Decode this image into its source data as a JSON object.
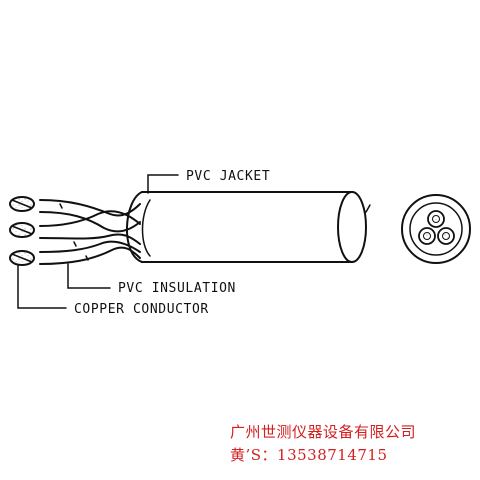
{
  "labels": {
    "jacket": "PVC JACKET",
    "insulation": "PVC INSULATION",
    "conductor": "COPPER CONDUCTOR"
  },
  "watermark": {
    "company": "广州世测仪器设备有限公司",
    "contact": "黄’S：13538714715"
  },
  "colors": {
    "line": "#111111",
    "watermark": "#d21f1f",
    "background": "#ffffff"
  }
}
